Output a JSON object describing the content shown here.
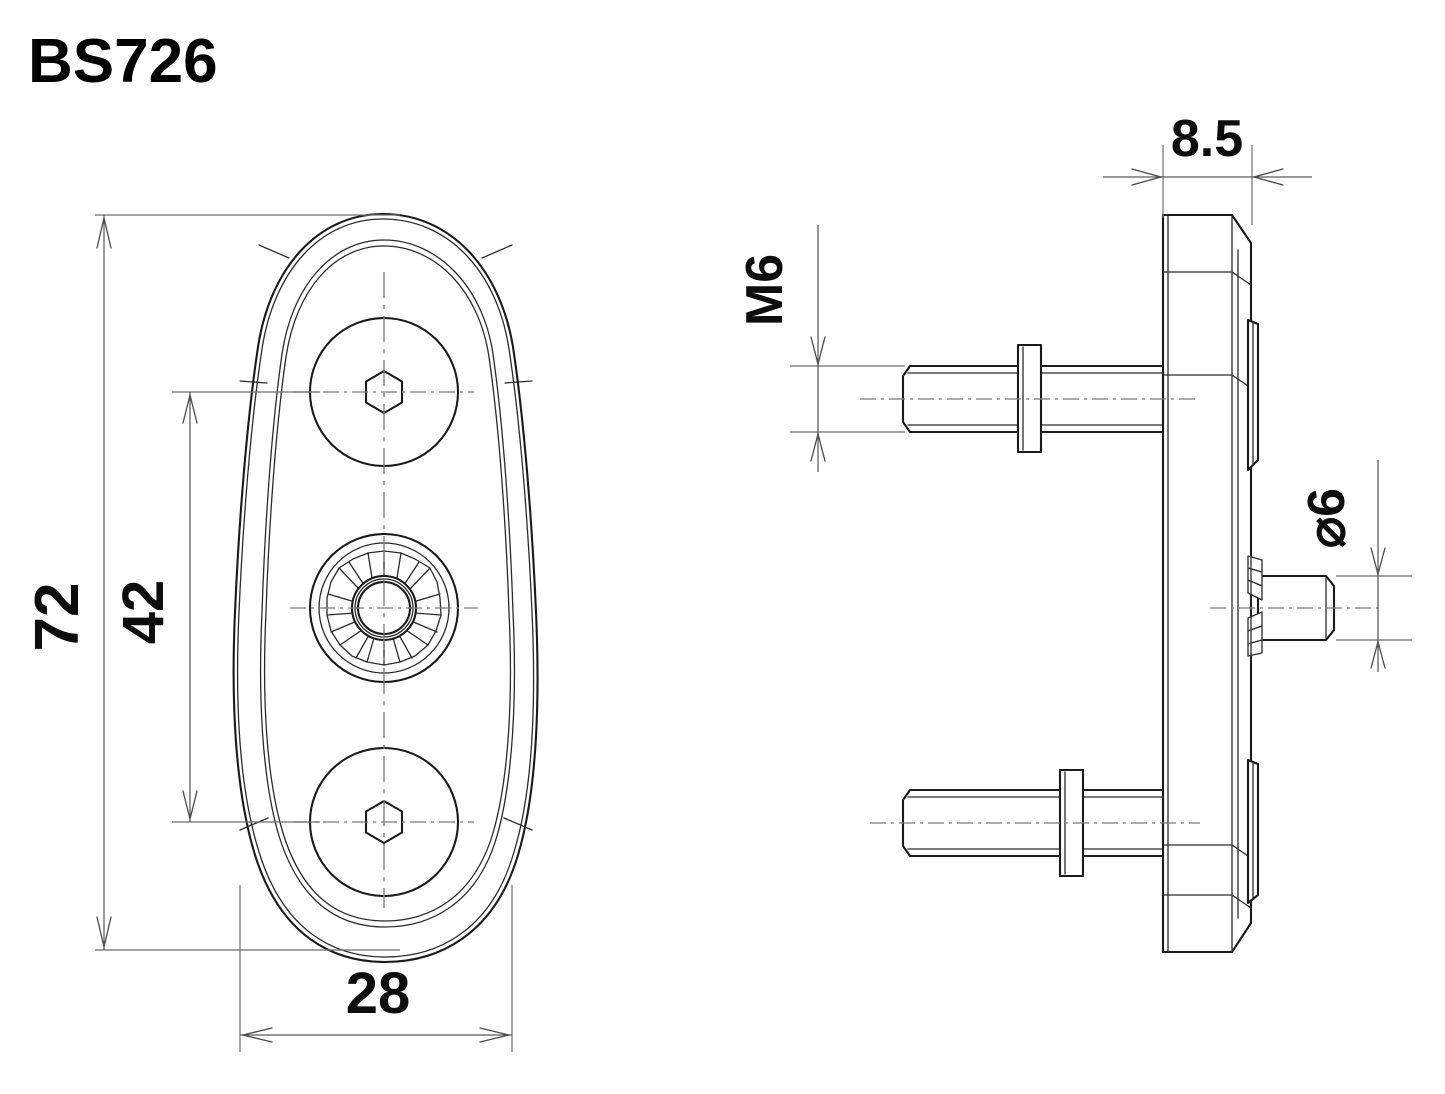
{
  "drawing": {
    "title": "BS726",
    "type": "engineering-dimension-drawing",
    "background_color": "#ffffff",
    "line_color": "#1a1a1a",
    "dimension_color": "#5a5a5a",
    "views": [
      {
        "name": "front-view",
        "description": "oval teardrop backplate with two hex socket bolts and central splined hub"
      },
      {
        "name": "side-view",
        "description": "section profile showing two M6 studs with collars and central 6 mm pin"
      }
    ]
  },
  "dimensions": {
    "overall_height": {
      "label": "72",
      "units": "mm",
      "view": "front-view",
      "orientation": "vertical"
    },
    "bolt_spacing": {
      "label": "42",
      "units": "mm",
      "view": "front-view",
      "orientation": "vertical"
    },
    "overall_width": {
      "label": "28",
      "units": "mm",
      "view": "front-view",
      "orientation": "horizontal"
    },
    "plate_thickness": {
      "label": "8.5",
      "units": "mm",
      "view": "side-view",
      "orientation": "horizontal"
    },
    "thread_size": {
      "label": "M6",
      "units": "",
      "view": "side-view",
      "orientation": "vertical"
    },
    "pin_diameter": {
      "label": "⌀6",
      "units": "mm",
      "view": "side-view",
      "orientation": "vertical"
    }
  },
  "features": {
    "top_bolt": {
      "name": "hex-socket-bolt-top",
      "socket": "hexagon"
    },
    "bottom_bolt": {
      "name": "hex-socket-bolt-bottom",
      "socket": "hexagon"
    },
    "center_hub": {
      "name": "splined-hub",
      "teeth": 10
    }
  }
}
